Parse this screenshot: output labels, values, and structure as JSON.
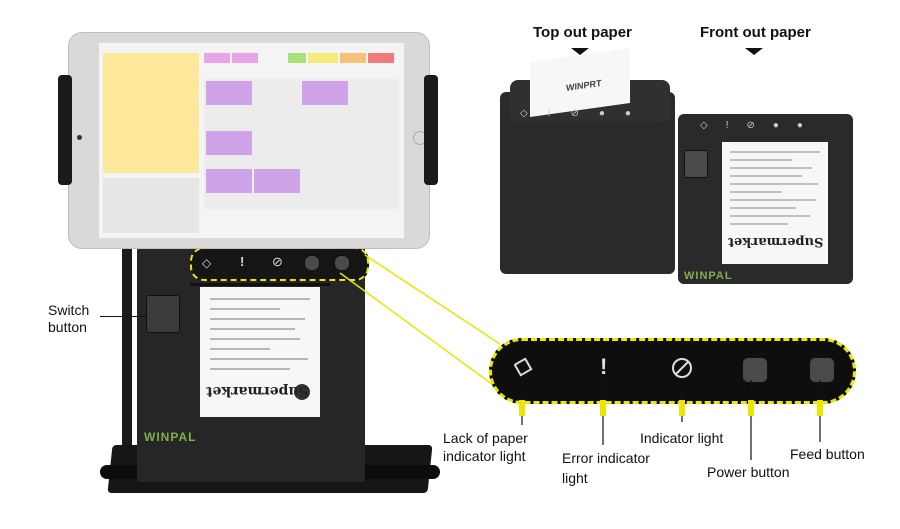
{
  "headers": {
    "top_out": "Top out paper",
    "front_out": "Front out paper"
  },
  "callouts": {
    "switch_button": [
      "Switch",
      "button"
    ],
    "lack_paper": [
      "Lack of paper",
      "indicator light"
    ],
    "error_indicator": [
      "Error indicator",
      "light"
    ],
    "indicator_light": "Indicator light",
    "power_button": "Power button",
    "feed_button": "Feed button"
  },
  "brand": {
    "logo_text": "WINPAL",
    "logo_text_alt": "WINPRT",
    "receipt_brand": "Supermarket"
  },
  "colors": {
    "highlight": "#e9e600",
    "printer": "#262626",
    "panel_bg": "#0e0e0e"
  },
  "icons": [
    "paper-icon",
    "exclamation-icon",
    "power-indicator-icon",
    "power-button-icon",
    "feed-button-icon"
  ]
}
